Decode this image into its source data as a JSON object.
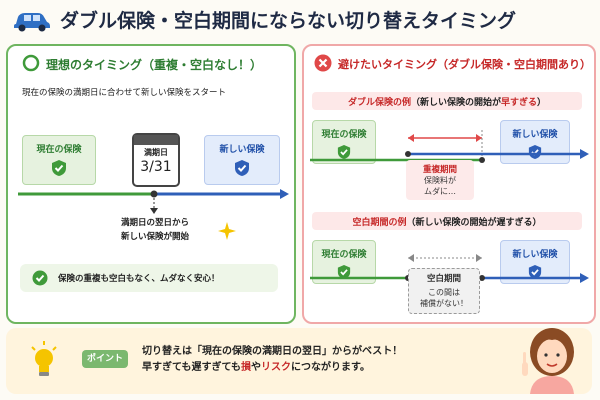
{
  "title": "ダブル保険・空白期間にならない切り替えタイミング",
  "good": {
    "heading": "理想のタイミング（重複・空白なし！）",
    "description": "現在の保険の満期日に合わせて新しい保険をスタート",
    "current_label": "現在の保険",
    "calendar_title": "満期日",
    "calendar_date": "3/31",
    "new_label": "新しい保険",
    "caption_line1": "満期日の翌日から",
    "caption_line2": "新しい保険が開始",
    "note": "保険の重複も空白もなく、ムダなく安心！"
  },
  "bad": {
    "heading": "避けたいタイミング（ダブル保険・空白期間あり）",
    "double": {
      "title_main": "ダブル保険の例",
      "title_sub_pre": "（新しい保険の開始が",
      "title_sub_em": "早すぎる",
      "title_sub_post": "）",
      "current_label": "現在の保険",
      "new_label": "新しい保険",
      "period_label": "重複期間",
      "period_note_line1": "保険料が",
      "period_note_line2": "ムダに…"
    },
    "gap": {
      "title_main": "空白期間の例",
      "title_sub": "（新しい保険の開始が遅すぎる）",
      "current_label": "現在の保険",
      "new_label": "新しい保険",
      "period_label": "空白期間",
      "period_note_line1": "この間は",
      "period_note_line2": "補償がない！"
    }
  },
  "point": {
    "badge": "ポイント",
    "line1": "切り替えは「現在の保険の満期日の翌日」からがベスト！",
    "line2_pre": "早すぎても遅すぎても",
    "line2_em1": "損",
    "line2_mid": "や",
    "line2_em2": "リスク",
    "line2_post": "につながります。"
  },
  "colors": {
    "green": "#2e7d32",
    "blue": "#1f4fa8",
    "red": "#c62828",
    "accent_yellow": "#f5c400"
  }
}
